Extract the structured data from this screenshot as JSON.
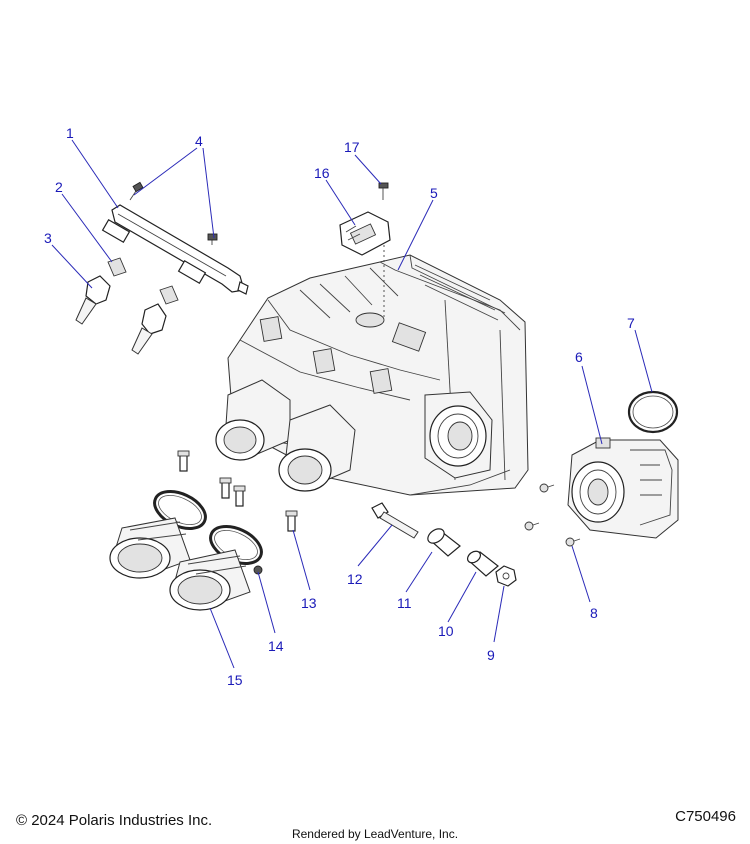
{
  "callouts": [
    "1",
    "2",
    "3",
    "4",
    "5",
    "6",
    "7",
    "8",
    "9",
    "10",
    "11",
    "12",
    "13",
    "14",
    "15",
    "16",
    "17"
  ],
  "footer": {
    "copyright": "© 2024 Polaris Industries Inc.",
    "diagram_code": "C750496",
    "rendered_by": "Rendered by LeadVenture, Inc."
  },
  "colors": {
    "callout": "#1a1ab8",
    "line": "#222222"
  }
}
